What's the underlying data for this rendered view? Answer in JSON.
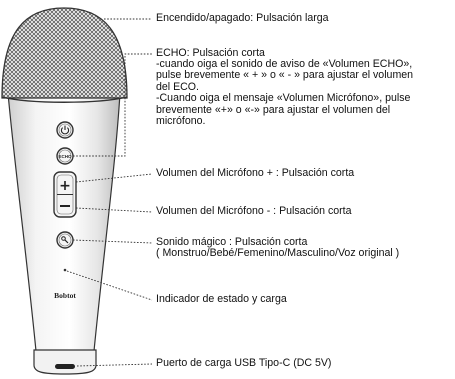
{
  "brand": "Bobtot",
  "labels": {
    "power": "Encendido/apagado: Pulsación larga",
    "echo_title": "ECHO: Pulsación corta",
    "echo_desc": "-cuando oiga el sonido de aviso de «Volumen ECHO»,\npulse brevemente « + » o « - » para ajustar el volumen\ndel ECO.\n-Cuando oiga el mensaje «Volumen Micrófono», pulse\nbrevemente «+» o «-» para ajustar el volumen del\nmicrófono.",
    "vol_plus": "Volumen del Micrófono + : Pulsación corta",
    "vol_minus": "Volumen del Micrófono - : Pulsación corta",
    "magic_title": "Sonido mágico : Pulsación corta",
    "magic_desc": "( Monstruo/Bebé/Femenino/Masculino/Voz original )",
    "indicator": "Indicador de estado y carga",
    "usb": "Puerto de carga USB Tipo-C (DC 5V)"
  },
  "buttons": {
    "echo": "ECHO",
    "plus": "+",
    "minus": "−"
  }
}
